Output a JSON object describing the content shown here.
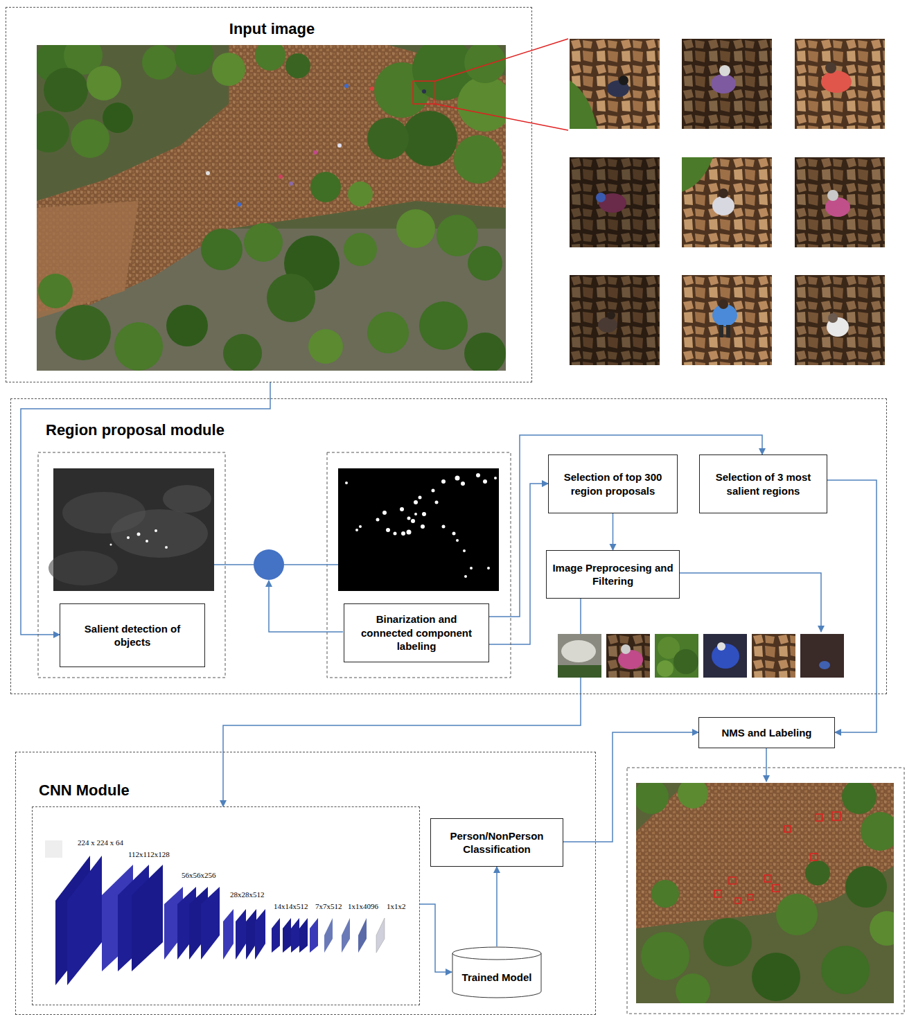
{
  "diagram": {
    "nodes": [
      {
        "text": [
          "Input image"
        ]
      },
      {
        "text": [
          "Region proposal module"
        ]
      },
      {
        "text": [
          "Salient detection of objects"
        ],
        "in": 1
      },
      {
        "text": [
          "Binarization and connected component labeling"
        ],
        "in": 1
      },
      {
        "text": [
          "Selection of top 300 region proposals"
        ],
        "in": 1
      },
      {
        "text": [
          "Selection of 3 most salient regions"
        ],
        "in": 1
      },
      {
        "text": [
          "Image Preprocesing and Filtering"
        ],
        "in": 1
      },
      {
        "text": [
          "NMS and Labeling"
        ]
      },
      {
        "text": [
          "CNN Module"
        ]
      },
      {
        "text": [
          "224 x 224 x 64",
          "112x112x128",
          "56x56x256",
          "28x28x512",
          "14x14x512",
          "7x7x512",
          "1x1x4096",
          "1x1x2"
        ],
        "in": 8
      },
      {
        "text": [
          "Person/NonPerson Classification"
        ],
        "in": 8
      },
      {
        "text": [
          "Trained Model"
        ],
        "in": 8
      }
    ],
    "edges": [
      {
        "from": 0,
        "to": 2,
        "arrow": "to"
      },
      {
        "from": 3,
        "to": 4,
        "arrow": "to"
      },
      {
        "from": 3,
        "to": 5,
        "arrow": "to"
      },
      {
        "from": 4,
        "to": 6,
        "arrow": "to"
      },
      {
        "from": 6,
        "to": 9,
        "arrow": "to"
      },
      {
        "from": 9,
        "to": 11,
        "arrow": "to"
      },
      {
        "from": 11,
        "to": 10,
        "arrow": "to"
      },
      {
        "from": 10,
        "to": 7,
        "arrow": "to"
      },
      {
        "from": 5,
        "to": 7,
        "arrow": "to"
      }
    ]
  }
}
